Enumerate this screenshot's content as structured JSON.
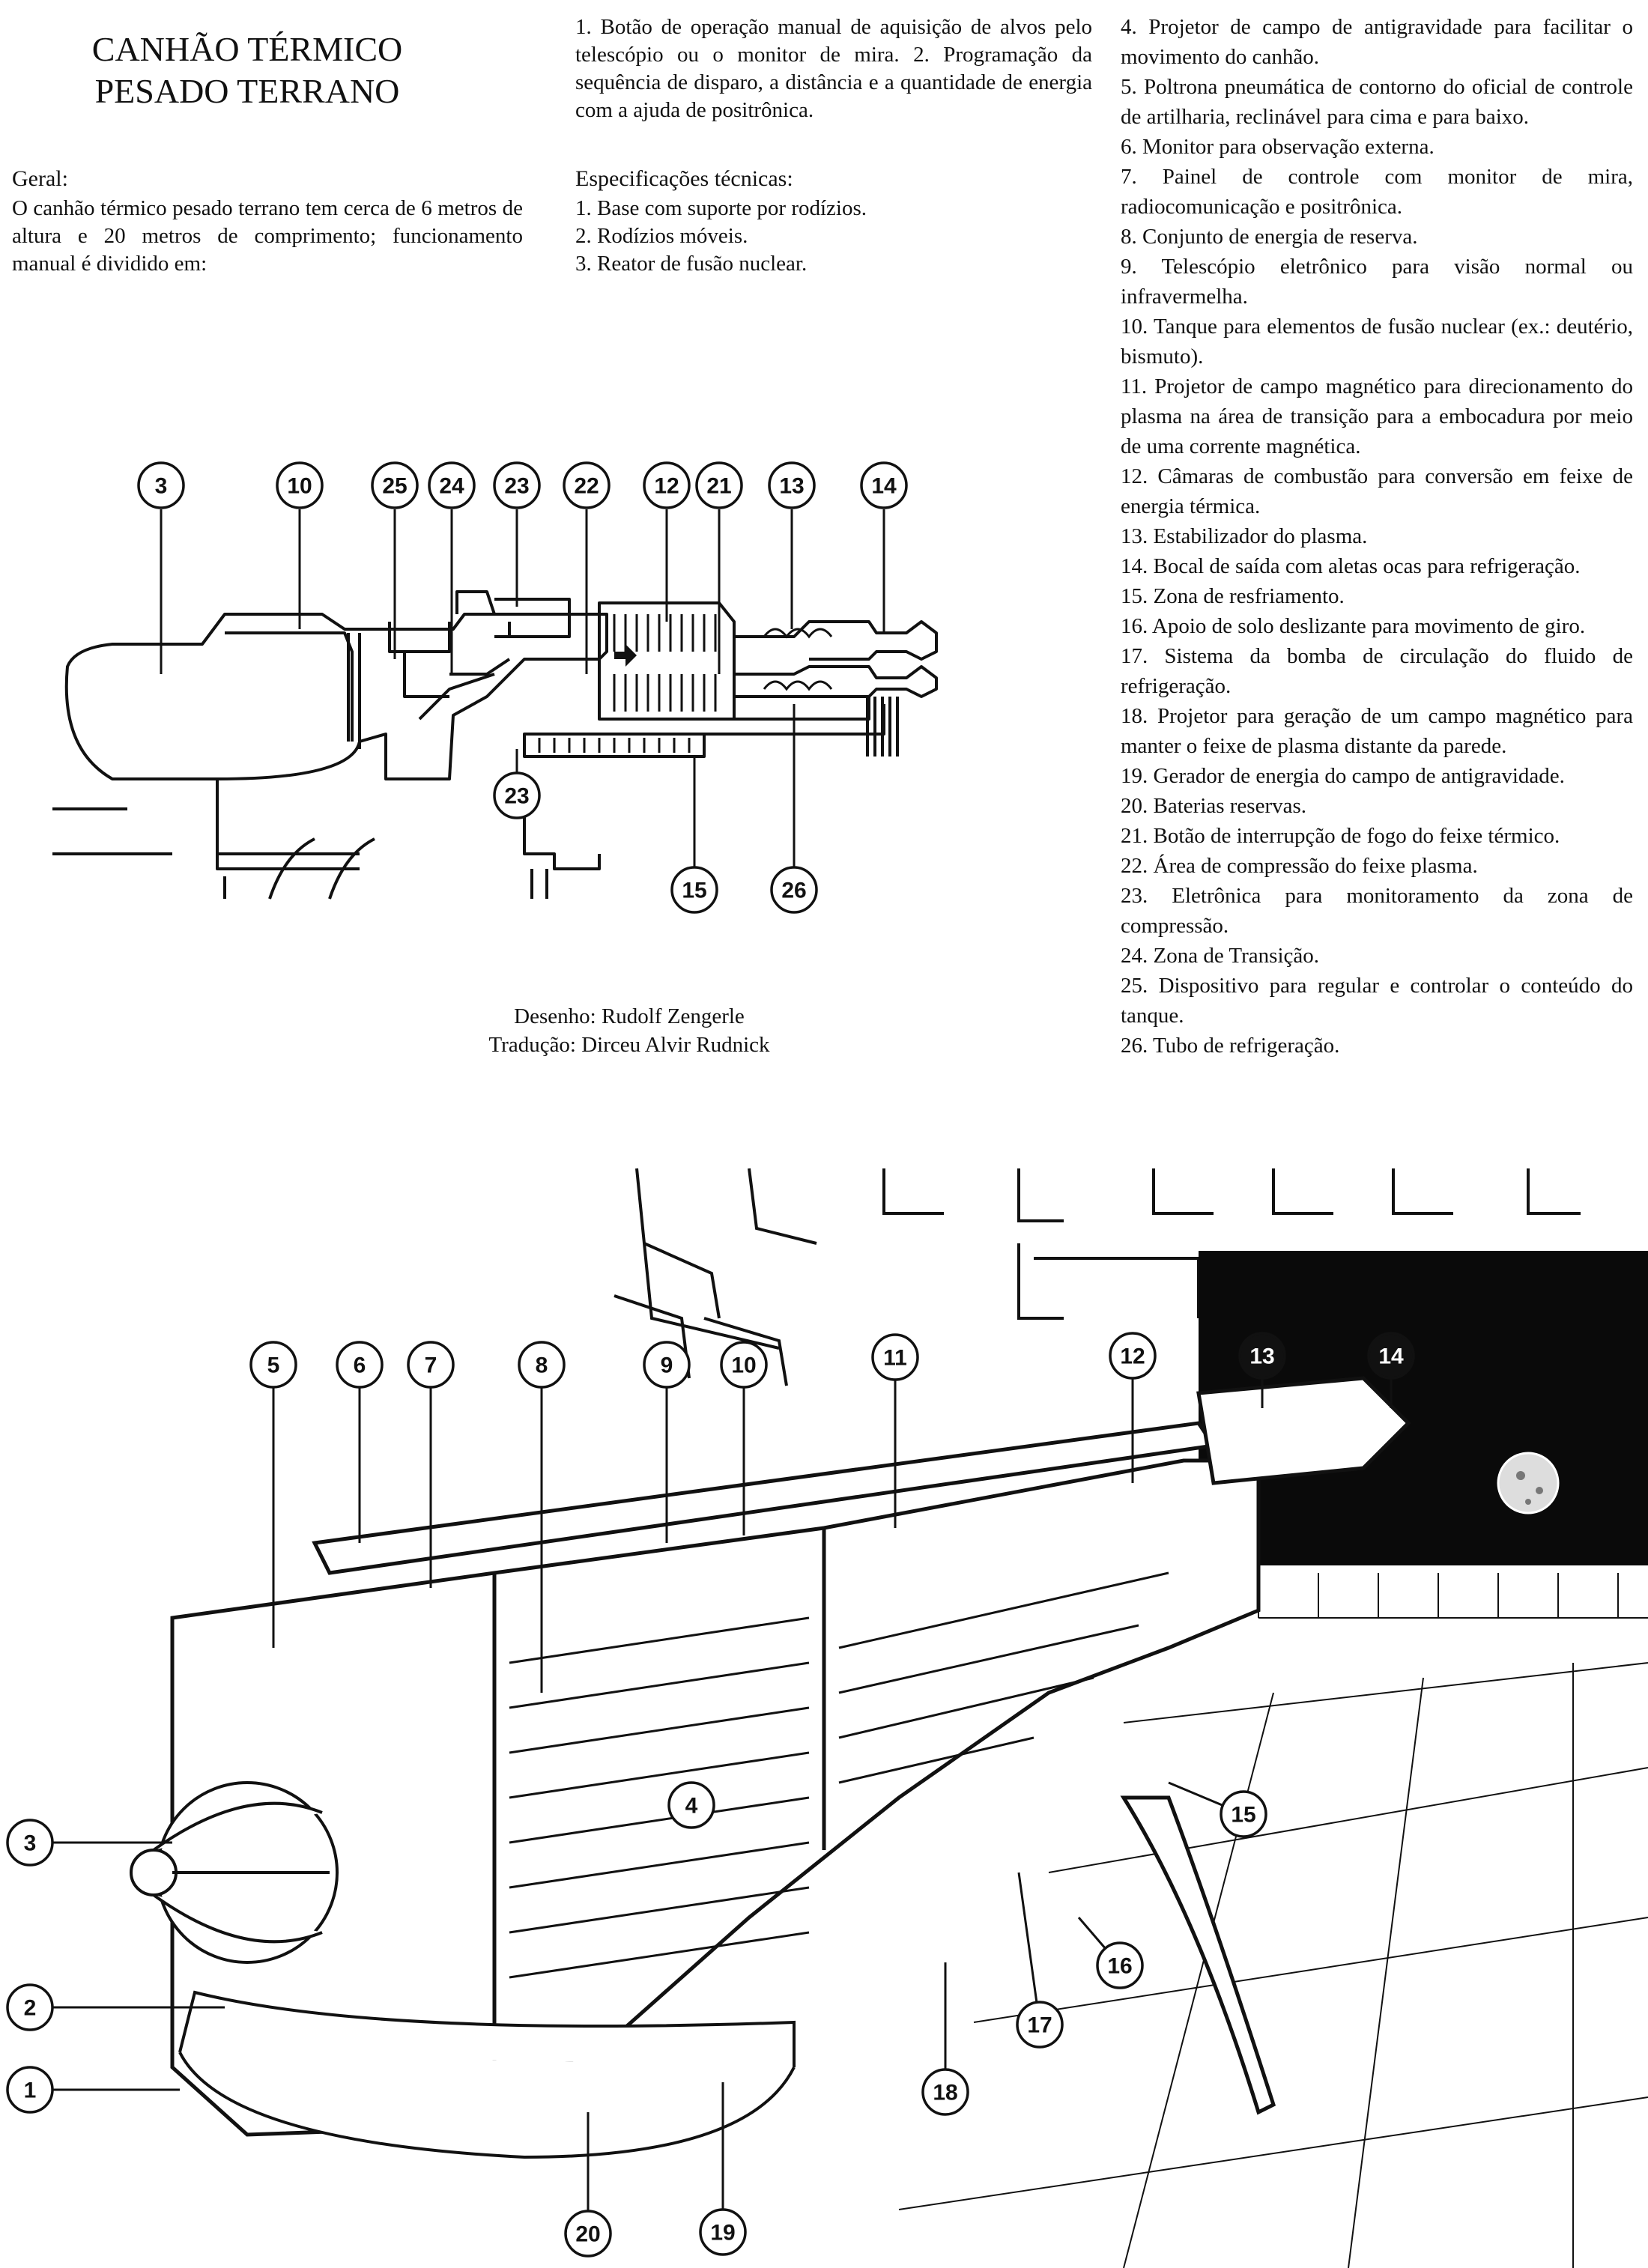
{
  "title": {
    "line1": "CANHÃO TÉRMICO",
    "line2": "PESADO TERRANO"
  },
  "geral": {
    "heading": "Geral:",
    "text": "O canhão térmico pesado terrano tem cerca de 6 metros de altura e 20 metros de comprimento; funcionamento manual é dividido em:"
  },
  "operation_text": "1. Botão de operação manual de aquisição de alvos pelo telescópio ou o monitor de mira. 2. Programação da sequência de disparo, a distância e a quantidade de energia com a ajuda de positrônica.",
  "specs": {
    "heading": "Especificações técnicas:",
    "items": [
      "1. Base com suporte por rodízios.",
      "2. Rodízios móveis.",
      "3. Reator de fusão nuclear."
    ]
  },
  "parts": [
    "4. Projetor de campo de antigravidade para facilitar o movimento do canhão.",
    "5. Poltrona pneumática de contorno do oficial de controle de artilharia, reclinável para cima e para baixo.",
    "6. Monitor para observação externa.",
    "7. Painel de controle com monitor de mira, radiocomunicação e positrônica.",
    "8. Conjunto de energia de reserva.",
    "9. Telescópio eletrônico para visão normal ou infravermelha.",
    "10. Tanque para elementos de fusão nuclear (ex.: deutério, bismuto).",
    "11. Projetor de campo magnético para direcionamento do plasma na área de transição para a embocadura por meio de uma corrente magnética.",
    "12. Câmaras de combustão para conversão em feixe de energia térmica.",
    "13. Estabilizador do plasma.",
    "14. Bocal de saída com aletas ocas para refrigeração.",
    "15. Zona de resfriamento.",
    "16. Apoio de solo deslizante para movimento de giro.",
    "17. Sistema da bomba de circulação do fluido de refrigeração.",
    "18. Projetor para geração de um campo magnético para manter o feixe de plasma distante da parede.",
    "19. Gerador de energia do campo de antigravidade.",
    "20. Baterias reservas.",
    "21. Botão de interrupção de fogo do feixe térmico.",
    "22. Área de compressão do feixe plasma.",
    "23. Eletrônica para monitoramento da zona de compressão.",
    "24. Zona de Transição.",
    "25. Dispositivo para regular e controlar o conteúdo do tanque.",
    "26. Tubo de refrigeração."
  ],
  "credits": {
    "drawing": "Desenho: Rudolf Zengerle",
    "translation": "Tradução: Dirceu Alvir Rudnick"
  },
  "schematic_callouts": [
    "3",
    "10",
    "25",
    "24",
    "23",
    "22",
    "12",
    "21",
    "13",
    "14",
    "23",
    "15",
    "26"
  ],
  "cutaway_callouts": [
    "5",
    "6",
    "7",
    "8",
    "9",
    "10",
    "11",
    "12",
    "13",
    "14",
    "3",
    "2",
    "1",
    "4",
    "15",
    "16",
    "17",
    "18",
    "19",
    "20"
  ]
}
